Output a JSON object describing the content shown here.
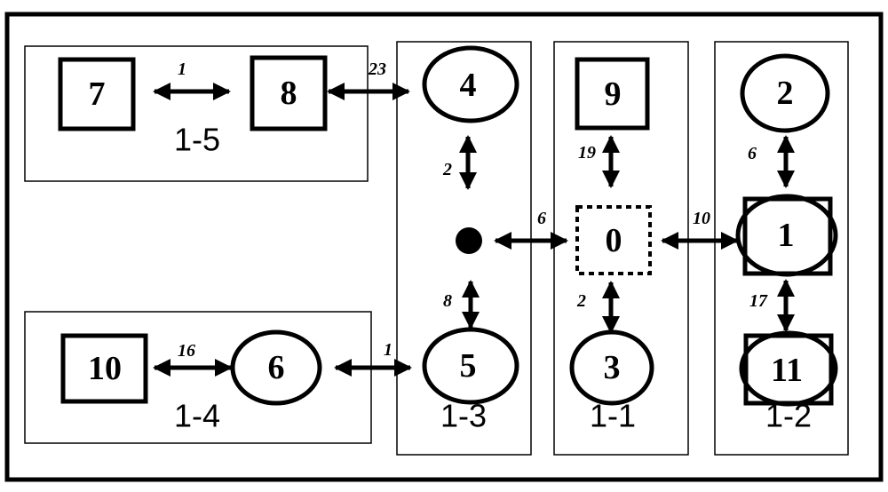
{
  "diagram": {
    "nodes": {
      "n7": "7",
      "n8": "8",
      "n4": "4",
      "n9": "9",
      "n2": "2",
      "n0": "0",
      "n1": "1",
      "n10": "10",
      "n6": "6",
      "n5": "5",
      "n3": "3",
      "n11": "11"
    },
    "edge_labels": {
      "e7_8": "1",
      "e8_4": "23",
      "e4_dot": "2",
      "e9_0": "19",
      "e2_1": "6",
      "edot_0": "6",
      "e0_1": "10",
      "e5_dot": "8",
      "e0_3": "2",
      "e1_11": "17",
      "e10_6": "16",
      "e6_5": "1"
    },
    "groups": {
      "g15": "1-5",
      "g14": "1-4",
      "g13": "1-3",
      "g11": "1-1",
      "g12": "1-2"
    }
  }
}
